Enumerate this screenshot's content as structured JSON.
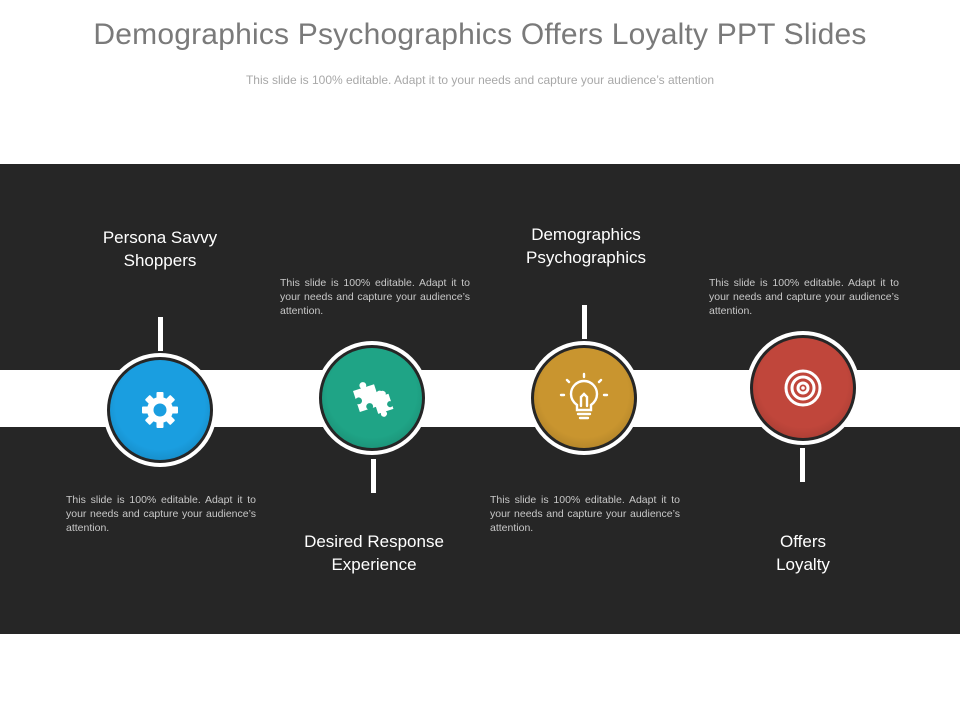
{
  "slide": {
    "title": "Demographics Psychographics Offers Loyalty PPT Slides",
    "subtitle": "This slide is 100% editable. Adapt it to your needs and capture your audience’s attention"
  },
  "steps": [
    {
      "heading_line1": "Persona Savvy",
      "heading_line2": "Shoppers",
      "description": "This slide is 100% editable. Adapt it to your needs and capture your audience’s attention.",
      "icon": "gear-icon",
      "color": "#1a9ee0"
    },
    {
      "heading_line1": "Desired Response",
      "heading_line2": "Experience",
      "description": "This slide is 100% editable. Adapt it to your needs and capture your audience’s attention.",
      "icon": "puzzle-icon",
      "color": "#1fa486"
    },
    {
      "heading_line1": "Demographics",
      "heading_line2": "Psychographics",
      "description": "This slide is 100% editable. Adapt it to your needs and capture your audience’s attention.",
      "icon": "lightbulb-icon",
      "color": "#c9952f"
    },
    {
      "heading_line1": "Offers",
      "heading_line2": "Loyalty",
      "description": "This slide is 100% editable. Adapt it to your needs and capture your audience’s attention.",
      "icon": "target-icon",
      "color": "#c0463b"
    }
  ]
}
